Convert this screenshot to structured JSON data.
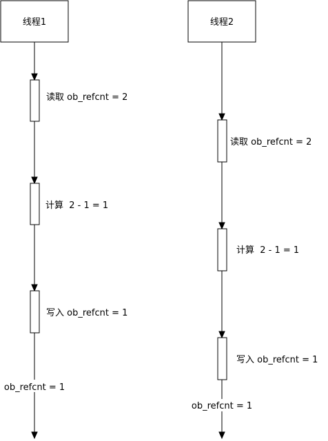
{
  "threads": [
    {
      "title": "线程1",
      "steps": [
        "读取 ob_refcnt = 2",
        "计算  2 - 1 = 1",
        "写入 ob_refcnt = 1"
      ],
      "result": "ob_refcnt = 1"
    },
    {
      "title": "线程2",
      "steps": [
        "读取 ob_refcnt = 2",
        "计算  2 - 1 = 1",
        "写入 ob_refcnt = 1"
      ],
      "result": "ob_refcnt = 1"
    }
  ],
  "colors": {
    "stroke": "#000000",
    "fill": "#ffffff",
    "text": "#000000"
  }
}
